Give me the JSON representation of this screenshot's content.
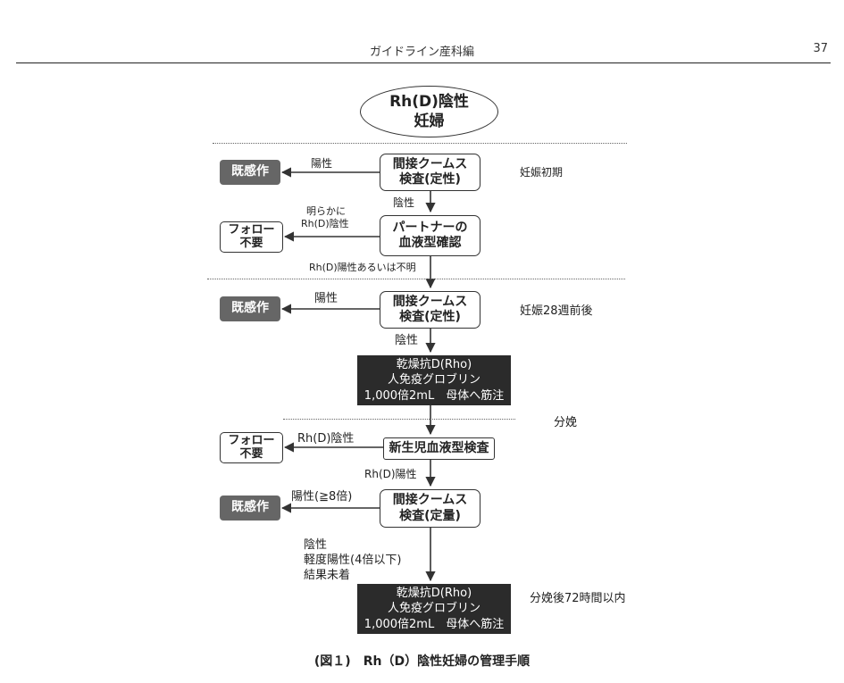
{
  "header": {
    "title": "ガイドライン産科編",
    "page_number": "37"
  },
  "diagram": {
    "start": {
      "line1": "Rh(D)陰性",
      "line2": "妊婦"
    },
    "nodes": {
      "indirect_coombs_1": {
        "line1": "間接クームス",
        "line2": "検査(定性)"
      },
      "partner_check": {
        "line1": "パートナーの",
        "line2": "血液型確認"
      },
      "indirect_coombs_2": {
        "line1": "間接クームス",
        "line2": "検査(定性)"
      },
      "anti_d_1": {
        "line1": "乾燥抗D(Rho)",
        "line2": "人免疫グロブリン",
        "line3": "1,000倍2mL　母体へ筋注"
      },
      "newborn_blood": {
        "line1": "新生児血液型検査"
      },
      "indirect_coombs_3": {
        "line1": "間接クームス",
        "line2": "検査(定量)"
      },
      "anti_d_2": {
        "line1": "乾燥抗D(Rho)",
        "line2": "人免疫グロブリン",
        "line3": "1,000倍2mL　母体へ筋注"
      },
      "sensitized_1": "既感作",
      "sensitized_2": "既感作",
      "sensitized_3": "既感作",
      "no_follow_1": {
        "line1": "フォロー",
        "line2": "不要"
      },
      "no_follow_2": {
        "line1": "フォロー",
        "line2": "不要"
      }
    },
    "edge_labels": {
      "positive_1": "陽性",
      "negative_1": "陰性",
      "obvious_line1": "明らかに",
      "obvious_line2": "Rh(D)陰性",
      "positive_or_unknown": "Rh(D)陽性あるいは不明",
      "positive_2": "陽性",
      "negative_2": "陰性",
      "newborn_negative": "Rh(D)陰性",
      "newborn_positive": "Rh(D)陽性",
      "positive_3": "陽性(≧8倍)",
      "negative_3_line1": "陰性",
      "negative_3_line2": "軽度陽性(4倍以下)",
      "negative_3_line3": "結果未着"
    },
    "timeline": {
      "early": "妊娠初期",
      "week28": "妊娠28週前後",
      "delivery": "分娩",
      "postpartum": "分娩後72時間以内"
    }
  },
  "caption": "(図１)　Rh（D）陰性妊婦の管理手順"
}
